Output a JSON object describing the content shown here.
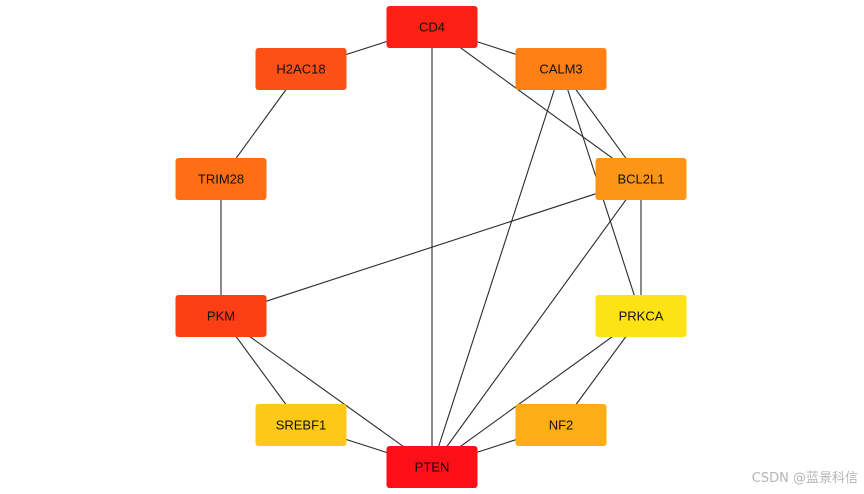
{
  "nodes": [
    {
      "id": "CD4",
      "label": "CD4",
      "color": "#fc2015"
    },
    {
      "id": "CALM3",
      "label": "CALM3",
      "color": "#fd7f15"
    },
    {
      "id": "BCL2L1",
      "label": "BCL2L1",
      "color": "#fd9516"
    },
    {
      "id": "PRKCA",
      "label": "PRKCA",
      "color": "#fde215"
    },
    {
      "id": "NF2",
      "label": "NF2",
      "color": "#fdad15"
    },
    {
      "id": "PTEN",
      "label": "PTEN",
      "color": "#fc0f19"
    },
    {
      "id": "SREBF1",
      "label": "SREBF1",
      "color": "#fdc916"
    },
    {
      "id": "PKM",
      "label": "PKM",
      "color": "#fc3e15"
    },
    {
      "id": "TRIM28",
      "label": "TRIM28",
      "color": "#fd6e15"
    },
    {
      "id": "H2AC18",
      "label": "H2AC18",
      "color": "#fd5016"
    }
  ],
  "edges": [
    [
      "CD4",
      "H2AC18"
    ],
    [
      "CD4",
      "CALM3"
    ],
    [
      "CD4",
      "BCL2L1"
    ],
    [
      "CD4",
      "PTEN"
    ],
    [
      "H2AC18",
      "TRIM28"
    ],
    [
      "TRIM28",
      "PKM"
    ],
    [
      "CALM3",
      "BCL2L1"
    ],
    [
      "CALM3",
      "PRKCA"
    ],
    [
      "CALM3",
      "PTEN"
    ],
    [
      "BCL2L1",
      "PRKCA"
    ],
    [
      "BCL2L1",
      "PKM"
    ],
    [
      "BCL2L1",
      "PTEN"
    ],
    [
      "PRKCA",
      "NF2"
    ],
    [
      "PRKCA",
      "PTEN"
    ],
    [
      "NF2",
      "PTEN"
    ],
    [
      "PKM",
      "SREBF1"
    ],
    [
      "PKM",
      "PTEN"
    ],
    [
      "SREBF1",
      "PTEN"
    ]
  ],
  "edge_color": "#2b2b2b",
  "watermark": "CSDN @蓝景科信"
}
